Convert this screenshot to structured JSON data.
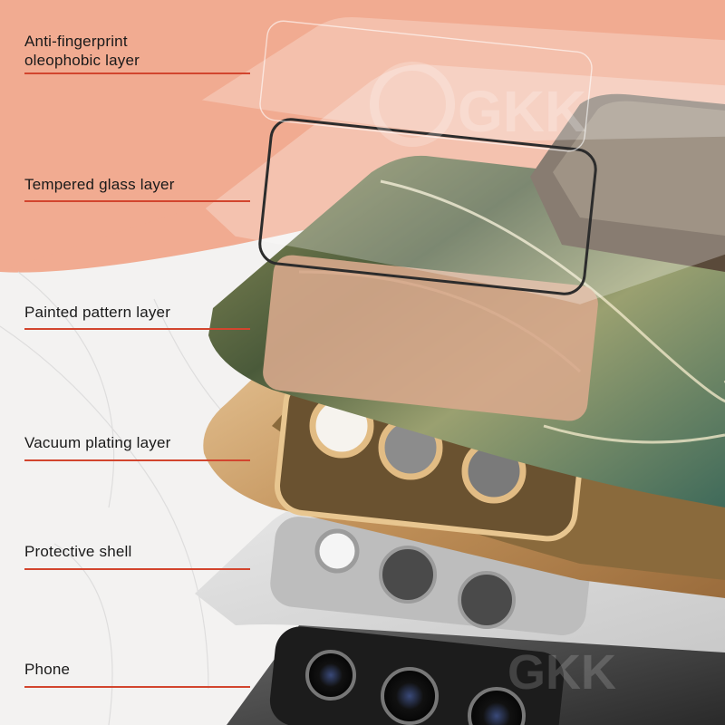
{
  "watermark": "GKK",
  "layers": [
    {
      "id": "anti-fingerprint",
      "line1": "Anti-fingerprint",
      "line2": "oleophobic layer"
    },
    {
      "id": "tempered-glass",
      "line1": "Tempered glass layer"
    },
    {
      "id": "painted-pattern",
      "line1": "Painted pattern layer"
    },
    {
      "id": "vacuum-plating",
      "line1": "Vacuum plating layer"
    },
    {
      "id": "protective-shell",
      "line1": "Protective shell"
    },
    {
      "id": "phone",
      "line1": "Phone"
    }
  ],
  "colors": {
    "background_top": "#f1ab91",
    "background_bottom": "#f3f2f1",
    "rule": "#d2452e",
    "text": "#1a1a1a",
    "gold": "#c99a5c",
    "marble_green": "#6b7a4a"
  }
}
